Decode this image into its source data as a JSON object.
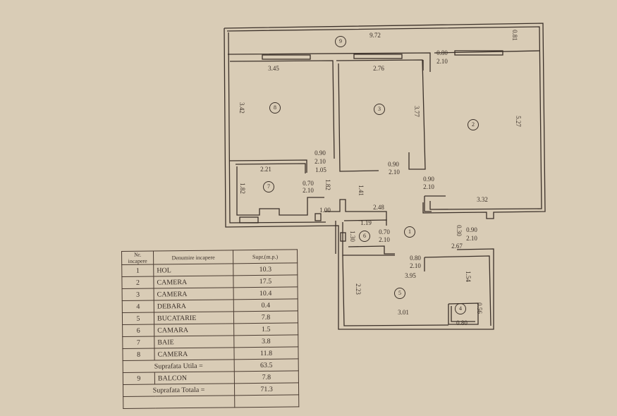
{
  "plan": {
    "rooms": [
      {
        "id": "9",
        "label": "9"
      },
      {
        "id": "8",
        "label": "8"
      },
      {
        "id": "3",
        "label": "3"
      },
      {
        "id": "2",
        "label": "2"
      },
      {
        "id": "7",
        "label": "7"
      },
      {
        "id": "6",
        "label": "6"
      },
      {
        "id": "1",
        "label": "1"
      },
      {
        "id": "5",
        "label": "5"
      },
      {
        "id": "4",
        "label": "4"
      }
    ],
    "dimensions": {
      "balcony_length": "9.72",
      "balcony_width": "0.81",
      "room8_width": "3.45",
      "room8_height": "3.42",
      "room3_width": "2.76",
      "room3_height": "3.77",
      "room2_height": "5.27",
      "room2_width": "3.32",
      "door_balcony_w": "0.80",
      "door_balcony_h": "2.10",
      "door8_w": "0.90",
      "door8_h": "2.10",
      "door8_extra": "1.05",
      "door3_w": "0.90",
      "door3_h": "2.10",
      "door2_w": "0.90",
      "door2_h": "2.10",
      "room7_width": "2.21",
      "room7_height": "1.82",
      "door7_w": "0.70",
      "door7_h": "2.10",
      "hall_1_82": "1.82",
      "hall_1_41": "1.41",
      "hall_2_48": "2.48",
      "hall_1_00": "1.00",
      "room6_width": "1.19",
      "room6_height": "1.30",
      "door6_w": "0.70",
      "door6_h": "2.10",
      "hall_0_30": "0.30",
      "door_entry_w": "0.90",
      "door_entry_h": "2.10",
      "hall_2_67": "2.67",
      "door5_w": "0.80",
      "door5_h": "2.10",
      "room5_top": "3.95",
      "room5_height": "2.23",
      "room5_right": "1.54",
      "room5_bottom": "3.01",
      "room4_height": "0.56",
      "room4_width": "0.80"
    }
  },
  "table": {
    "headers": [
      "Nr. incapere",
      "Denumire incapere",
      "Supr.(m.p.)"
    ],
    "rows": [
      {
        "nr": "1",
        "name": "HOL",
        "area": "10.3"
      },
      {
        "nr": "2",
        "name": "CAMERA",
        "area": "17.5"
      },
      {
        "nr": "3",
        "name": "CAMERA",
        "area": "10.4"
      },
      {
        "nr": "4",
        "name": "DEBARA",
        "area": "0.4"
      },
      {
        "nr": "5",
        "name": "BUCATARIE",
        "area": "7.8"
      },
      {
        "nr": "6",
        "name": "CAMARA",
        "area": "1.5"
      },
      {
        "nr": "7",
        "name": "BAIE",
        "area": "3.8"
      },
      {
        "nr": "8",
        "name": "CAMERA",
        "area": "11.8"
      }
    ],
    "useful_label": "Suprafata Utila =",
    "useful_area": "63.5",
    "balcony": {
      "nr": "9",
      "name": "BALCON",
      "area": "7.8"
    },
    "total_label": "Suprafata Totala =",
    "total_area": "71.3"
  }
}
